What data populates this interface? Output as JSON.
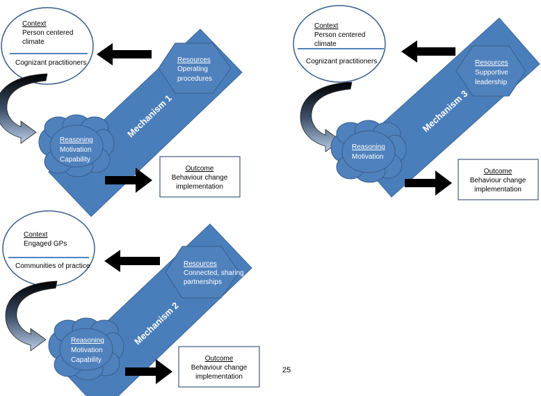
{
  "panels": [
    {
      "mechanism": "Mechanism 1",
      "context": {
        "heading": "Context",
        "line1": "Person centered",
        "line2": "climate",
        "bottom": "Cognizant practitioners"
      },
      "resources": {
        "heading": "Resources",
        "line1": "Operating",
        "line2": "procedures"
      },
      "reasoning": {
        "heading": "Reasoning",
        "line1": "Motivation",
        "line2": "Capability"
      },
      "outcome": {
        "heading": "Outcome",
        "line1": "Behaviour change",
        "line2": "implementation"
      }
    },
    {
      "mechanism": "Mechanism 3",
      "context": {
        "heading": "Context",
        "line1": "Person centered",
        "line2": "climate",
        "bottom": "Cognizant practitioners"
      },
      "resources": {
        "heading": "Resources",
        "line1": "Supportive",
        "line2": "leadership"
      },
      "reasoning": {
        "heading": "Reasoning",
        "line1": "Motivation",
        "line2": ""
      },
      "outcome": {
        "heading": "Outcome",
        "line1": "Behaviour change",
        "line2": "implementation"
      }
    },
    {
      "mechanism": "Mechanism 2",
      "context": {
        "heading": "Context",
        "line1": "Engaged GPs",
        "line2": "",
        "bottom": "Communities of practice"
      },
      "resources": {
        "heading": "Resources",
        "line1": "Connected, sharing",
        "line2": "partnerships"
      },
      "reasoning": {
        "heading": "Reasoning",
        "line1": "Motivation",
        "line2": "Capability"
      },
      "outcome": {
        "heading": "Outcome",
        "line1": "Behaviour change",
        "line2": "implementation"
      }
    }
  ],
  "page_number": "25",
  "colors": {
    "band": "#4a7ebb",
    "band_border": "#3a6699",
    "shape": "#4f81bd",
    "divider": "#4f81bd",
    "arrow": "#000000"
  }
}
